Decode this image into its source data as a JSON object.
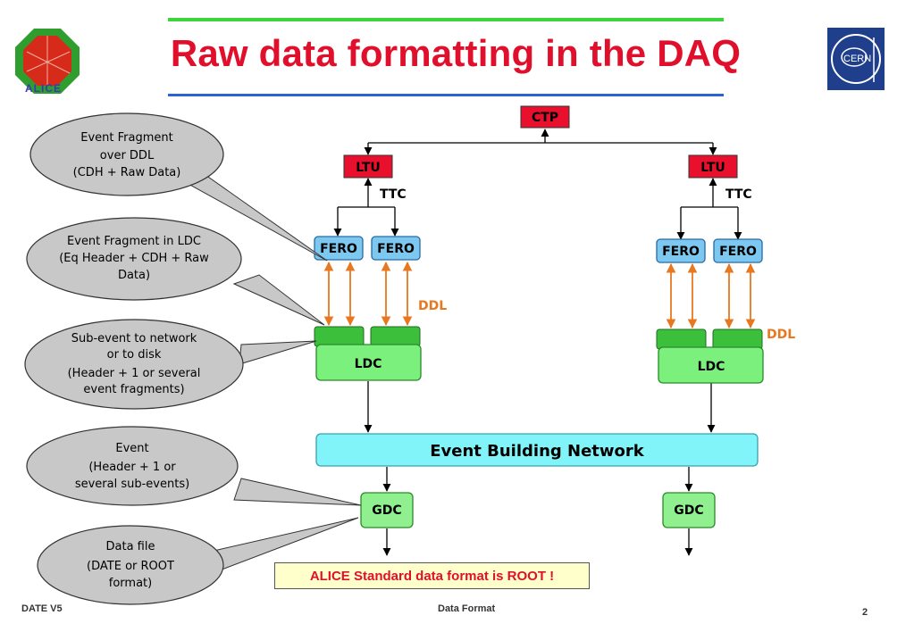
{
  "title": "Raw data formatting in the DAQ",
  "logos": {
    "left": "ALICE",
    "right": "CERN"
  },
  "nodes": {
    "ctp": "CTP",
    "ltu_left": "LTU",
    "ltu_right": "LTU",
    "ttc_left": "TTC",
    "ttc_right": "TTC",
    "fero": "FERO",
    "ddl_left": "DDL",
    "ddl_right": "DDL",
    "ldc": "LDC",
    "ebn": "Event Building Network",
    "gdc": "GDC"
  },
  "callouts": [
    {
      "lines": [
        "Event Fragment",
        "over DDL",
        "(CDH + Raw Data)"
      ]
    },
    {
      "lines": [
        "Event Fragment in LDC",
        "(Eq Header + CDH + Raw",
        "Data)"
      ]
    },
    {
      "lines": [
        "Sub-event to network",
        "or to disk",
        "(Header + 1 or several",
        "event fragments)"
      ]
    },
    {
      "lines": [
        "Event",
        "(Header + 1 or",
        "several sub-events)"
      ]
    },
    {
      "lines": [
        "Data file",
        "(DATE or ROOT",
        "format)"
      ]
    }
  ],
  "note": "ALICE Standard data format is ROOT !",
  "footer": {
    "left": "DATE V5",
    "center": "Data Format",
    "page": "2"
  },
  "colors": {
    "title": "#e0102c",
    "ctp_ltu": "#e8102c",
    "fero": "#7cc8f0",
    "ldc": "#7cf07c",
    "ldc_slot": "#3cc03c",
    "ebn": "#80f4f8",
    "gdc": "#90f090",
    "ddl": "#e87820",
    "callout": "#c8c8c8"
  }
}
